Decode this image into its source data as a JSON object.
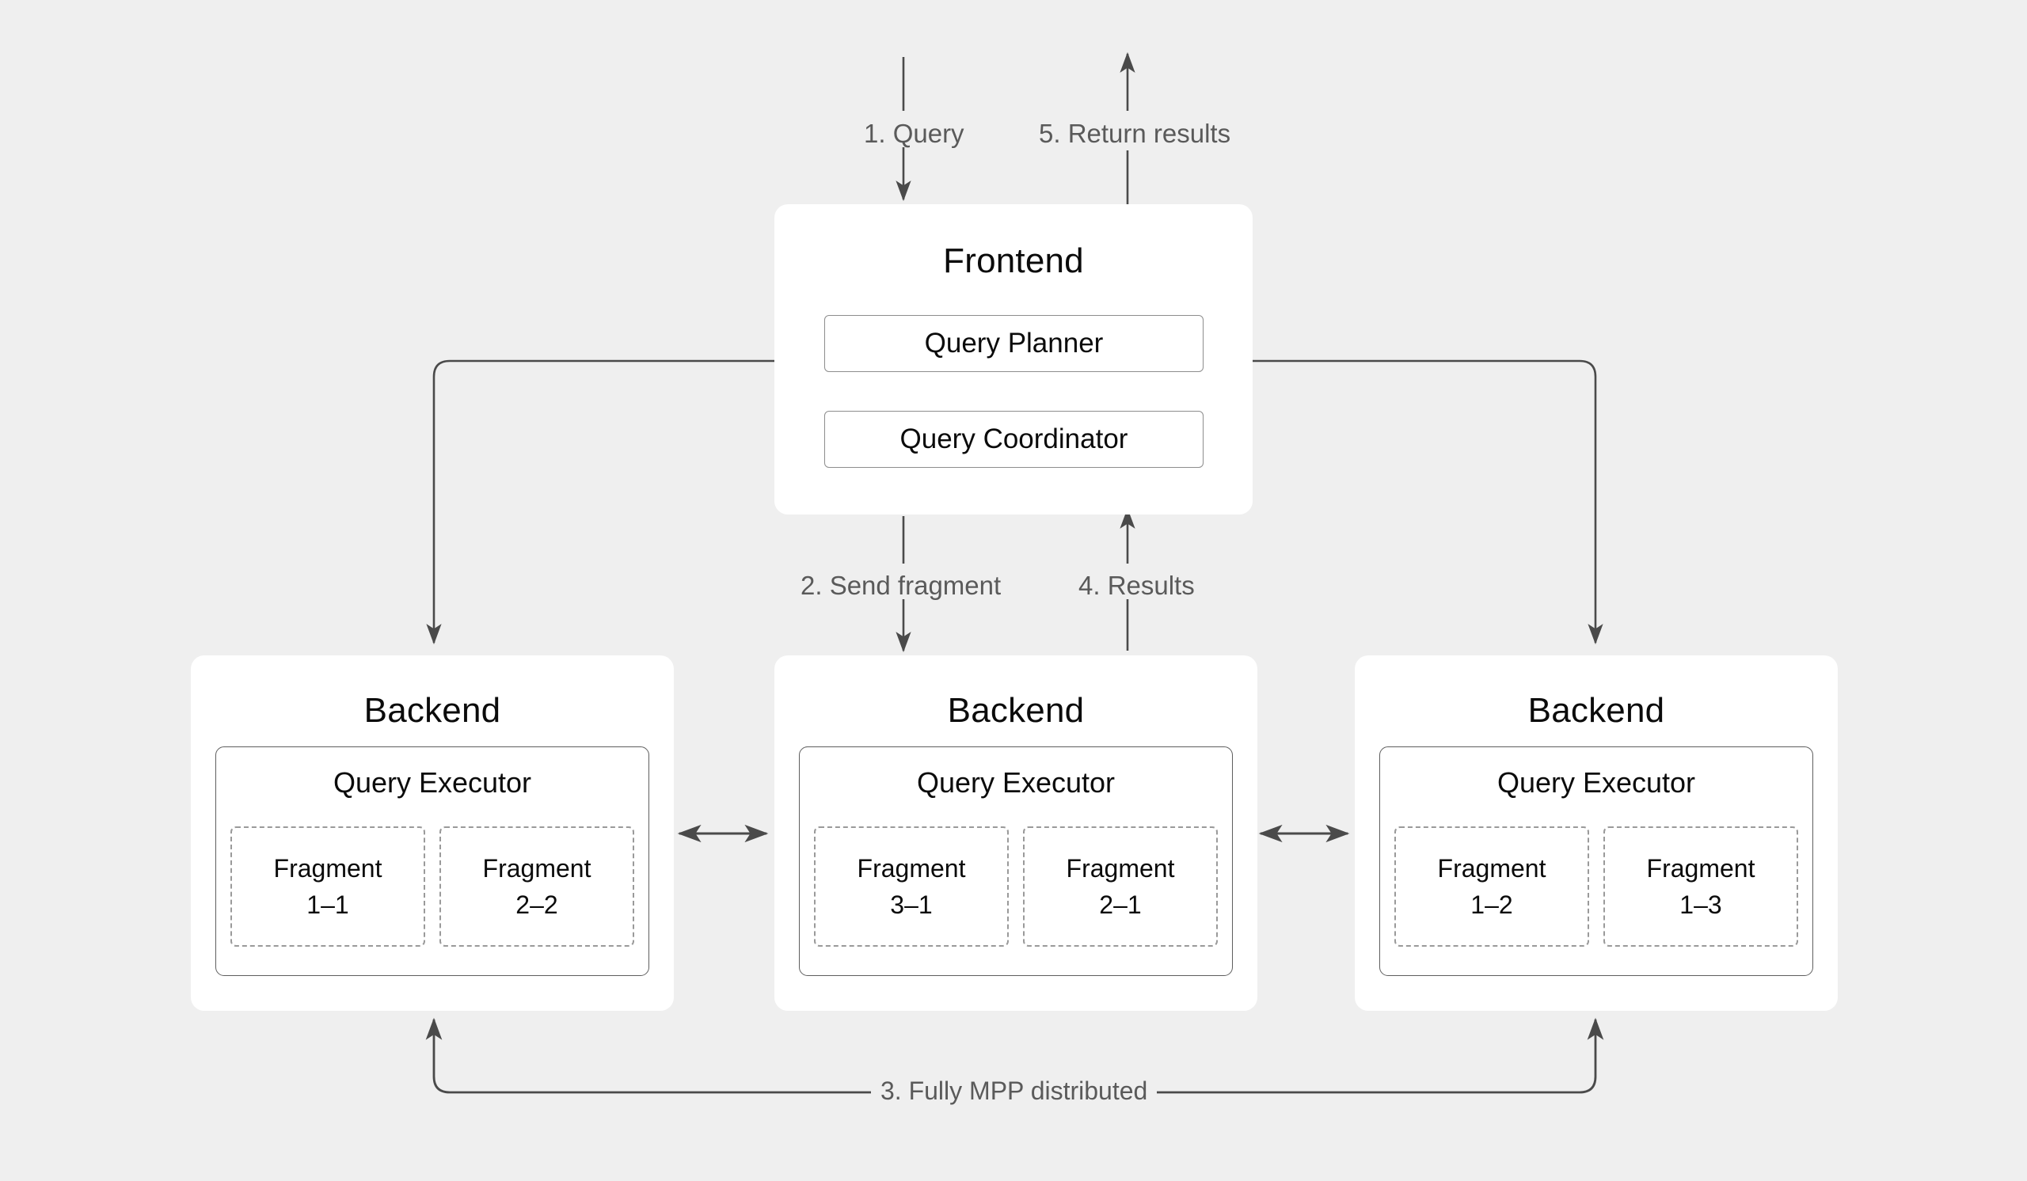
{
  "theme": {
    "background": "#efefef",
    "card_background": "#ffffff",
    "text": "#0b0b0b",
    "label_text": "#5a5a5a",
    "connector": "#4a4a4a",
    "module_border": "#8d8d8d",
    "executor_border": "#5e5e5e",
    "fragment_border": "#9a9a9a"
  },
  "frontend": {
    "title": "Frontend",
    "modules": [
      {
        "label": "Query Planner"
      },
      {
        "label": "Query Coordinator"
      }
    ]
  },
  "backends": [
    {
      "title": "Backend",
      "executor_title": "Query Executor",
      "fragments": [
        {
          "name": "Fragment",
          "id": "1–1"
        },
        {
          "name": "Fragment",
          "id": "2–2"
        }
      ]
    },
    {
      "title": "Backend",
      "executor_title": "Query Executor",
      "fragments": [
        {
          "name": "Fragment",
          "id": "3–1"
        },
        {
          "name": "Fragment",
          "id": "2–1"
        }
      ]
    },
    {
      "title": "Backend",
      "executor_title": "Query Executor",
      "fragments": [
        {
          "name": "Fragment",
          "id": "1–2"
        },
        {
          "name": "Fragment",
          "id": "1–3"
        }
      ]
    }
  ],
  "flow_labels": {
    "query": "1. Query",
    "return_results": "5. Return results",
    "send_fragment": "2. Send fragment",
    "results": "4. Results",
    "mpp": "3. Fully MPP distributed"
  }
}
